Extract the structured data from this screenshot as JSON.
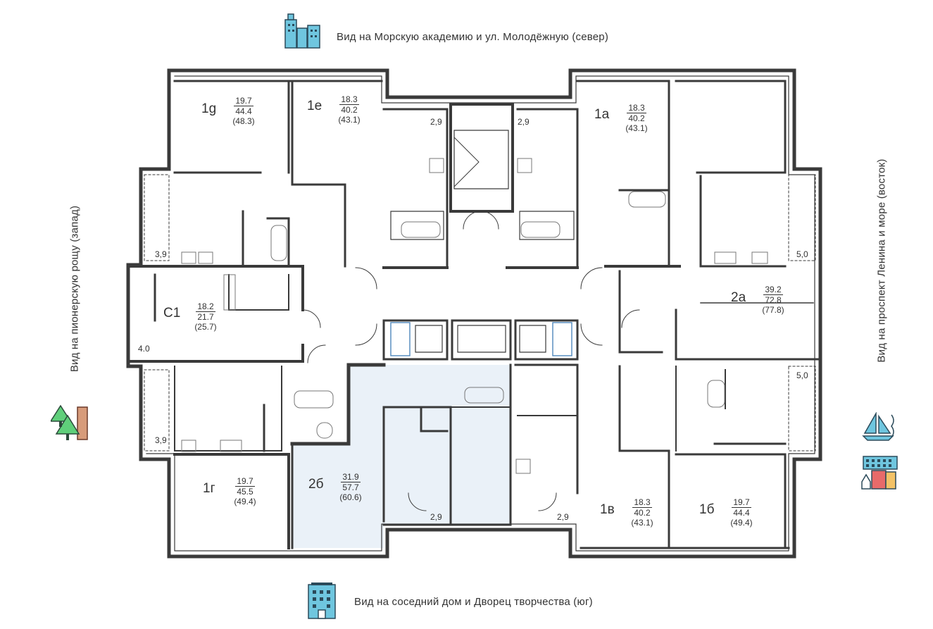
{
  "views": {
    "north": "Вид на Морскую академию и ул. Молодёжную (север)",
    "west": "Вид на пионерскую рощу (запад)",
    "east": "Вид на проспект Ленина и море (восток)",
    "south": "Вид на соседний дом и Дворец творчества (юг)"
  },
  "apartments": [
    {
      "code": "1g",
      "living": "19.7",
      "total": "44.4",
      "total_balcony": "(48.3)"
    },
    {
      "code": "1e",
      "living": "18.3",
      "total": "40.2",
      "total_balcony": "(43.1)"
    },
    {
      "code": "1a",
      "living": "18.3",
      "total": "40.2",
      "total_balcony": "(43.1)"
    },
    {
      "code": "C1",
      "living": "18.2",
      "total": "21.7",
      "total_balcony": "(25.7)"
    },
    {
      "code": "2a",
      "living": "39.2",
      "total": "72.8",
      "total_balcony": "(77.8)"
    },
    {
      "code": "1г",
      "living": "19.7",
      "total": "45.5",
      "total_balcony": "(49.4)"
    },
    {
      "code": "2б",
      "living": "31.9",
      "total": "57.7",
      "total_balcony": "(60.6)"
    },
    {
      "code": "1в",
      "living": "18.3",
      "total": "40.2",
      "total_balcony": "(43.1)"
    },
    {
      "code": "1б",
      "living": "19.7",
      "total": "44.4",
      "total_balcony": "(49.4)"
    }
  ],
  "balconies": [
    "2,9",
    "2,9",
    "3,9",
    "5,0",
    "4.0",
    "3,9",
    "5,0",
    "2,9",
    "2,9"
  ],
  "highlight_color": "#eaf1f8",
  "icons": [
    "city-buildings-icon",
    "forest-trees-icon",
    "sailboat-sea-icon",
    "urban-buildings-icon",
    "office-building-icon"
  ]
}
